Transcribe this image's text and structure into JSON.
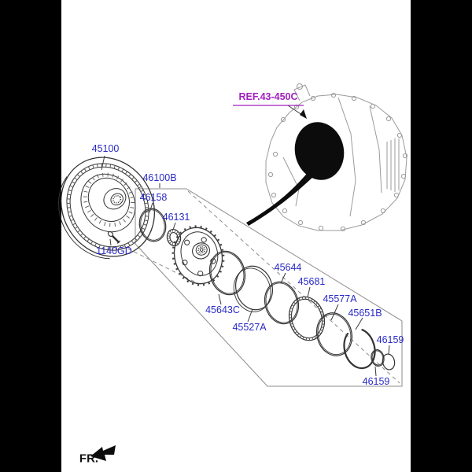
{
  "colors": {
    "part_label": "#2a2ac6",
    "ref_link": "#a21fc0",
    "line": "#3a3a3a",
    "light_line": "#9b9b9b",
    "black_fill": "#0c0c0c",
    "background": "#ffffff",
    "pillarbox": "#000000"
  },
  "labels": {
    "p45100": "45100",
    "p46100B": "46100B",
    "p46158": "46158",
    "p46131": "46131",
    "p1140GD": "1140GD",
    "p45643C": "45643C",
    "p45527A": "45527A",
    "p45644": "45644",
    "p45681": "45681",
    "p45577A": "45577A",
    "p45651B": "45651B",
    "p46159_upper": "46159",
    "p46159_lower": "46159",
    "ref": "REF.43-450C",
    "fr": "FR."
  }
}
